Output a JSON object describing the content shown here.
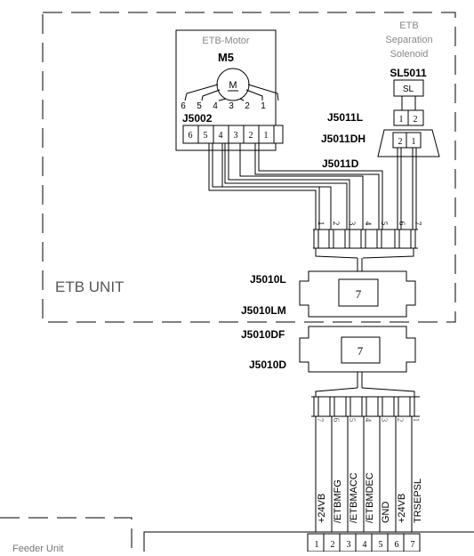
{
  "unit": {
    "label": "ETB UNIT"
  },
  "motor": {
    "title": "ETB-Motor",
    "designator": "M5",
    "symbol": "M",
    "pin_labels": [
      "6",
      "5",
      "4",
      "3",
      "2",
      "1"
    ],
    "connector": "J5002",
    "connector_pins": [
      "6",
      "5",
      "4",
      "3",
      "2",
      "1"
    ]
  },
  "solenoid": {
    "title_lines": [
      "ETB",
      "Separation",
      "Solenoid"
    ],
    "designator": "SL5011",
    "symbol": "SL",
    "plug": "J5011L",
    "plug_pins": [
      "1",
      "2"
    ],
    "header": "J5011DH",
    "header_pins": [
      "2",
      "1"
    ],
    "cable_connector": "J5011D"
  },
  "upper_harness_pins": [
    "1",
    "2",
    "3",
    "4",
    "5",
    "6",
    "7"
  ],
  "j5010_upper": {
    "top": "J5010L",
    "bottom": "J5010LM",
    "pin_count": "7"
  },
  "j5010_lower": {
    "top": "J5010DF",
    "bottom": "J5010D",
    "pin_count": "7"
  },
  "lower_harness_pins": [
    "7",
    "6",
    "5",
    "4",
    "3",
    "2",
    "1"
  ],
  "signals": [
    "+24VB",
    "/ETBMFG",
    "/ETBMACC",
    "/ETBMDEC",
    "GND",
    "+24VB",
    "TRSEPSL"
  ],
  "board_pins": [
    "1",
    "2",
    "3",
    "4",
    "5",
    "6",
    "7"
  ],
  "feeder_label": "Feeder Unit"
}
